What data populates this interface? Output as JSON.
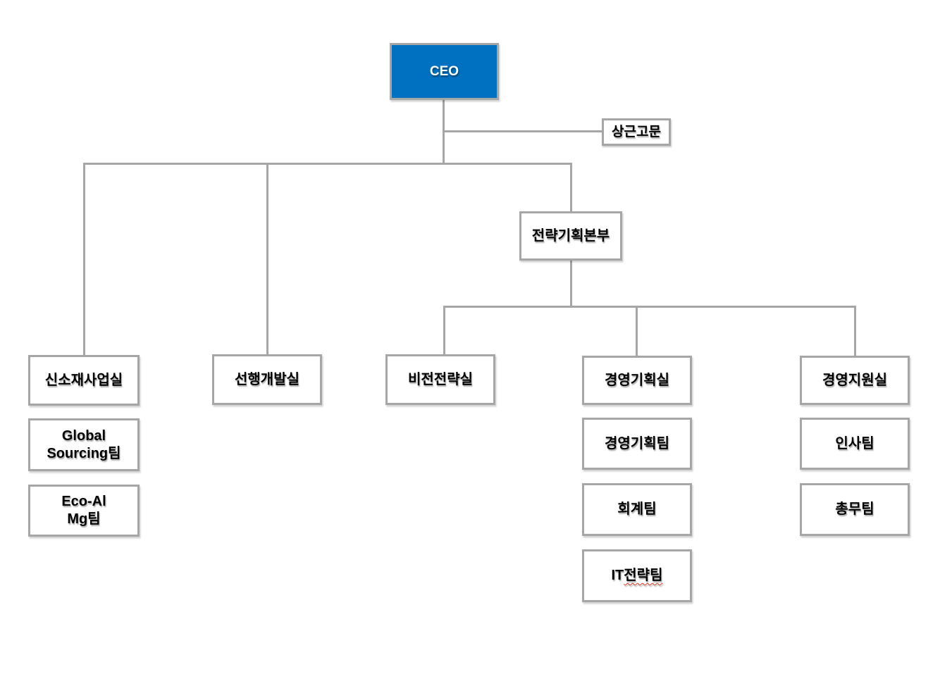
{
  "org": {
    "ceo": "CEO",
    "advisor": "상근고문",
    "hq": "전략기획본부",
    "departments": {
      "new_materials": "신소재사업실",
      "advanced_dev": "선행개발실",
      "vision_strategy": "비전전략실",
      "mgmt_planning_office": "경영기획실",
      "mgmt_support_office": "경영지원실"
    },
    "teams": {
      "global_sourcing": {
        "line1": "Global",
        "line2": "Sourcing팀"
      },
      "eco_al_mg": {
        "line1": "Eco-Al",
        "line2": "Mg팀"
      },
      "mgmt_planning_team": "경영기획팀",
      "accounting": "회계팀",
      "it_strategy": {
        "prefix": "IT",
        "misspelled": "전략팀"
      },
      "hr": "인사팀",
      "general_affairs": "총무팀"
    }
  },
  "colors": {
    "ceo_fill": "#0070c0",
    "ceo_text": "#ffffff",
    "box_border": "#a6a6a6",
    "connector": "#a6a6a6",
    "label_text": "#000000",
    "spellcheck_underline": "#e0391f"
  }
}
